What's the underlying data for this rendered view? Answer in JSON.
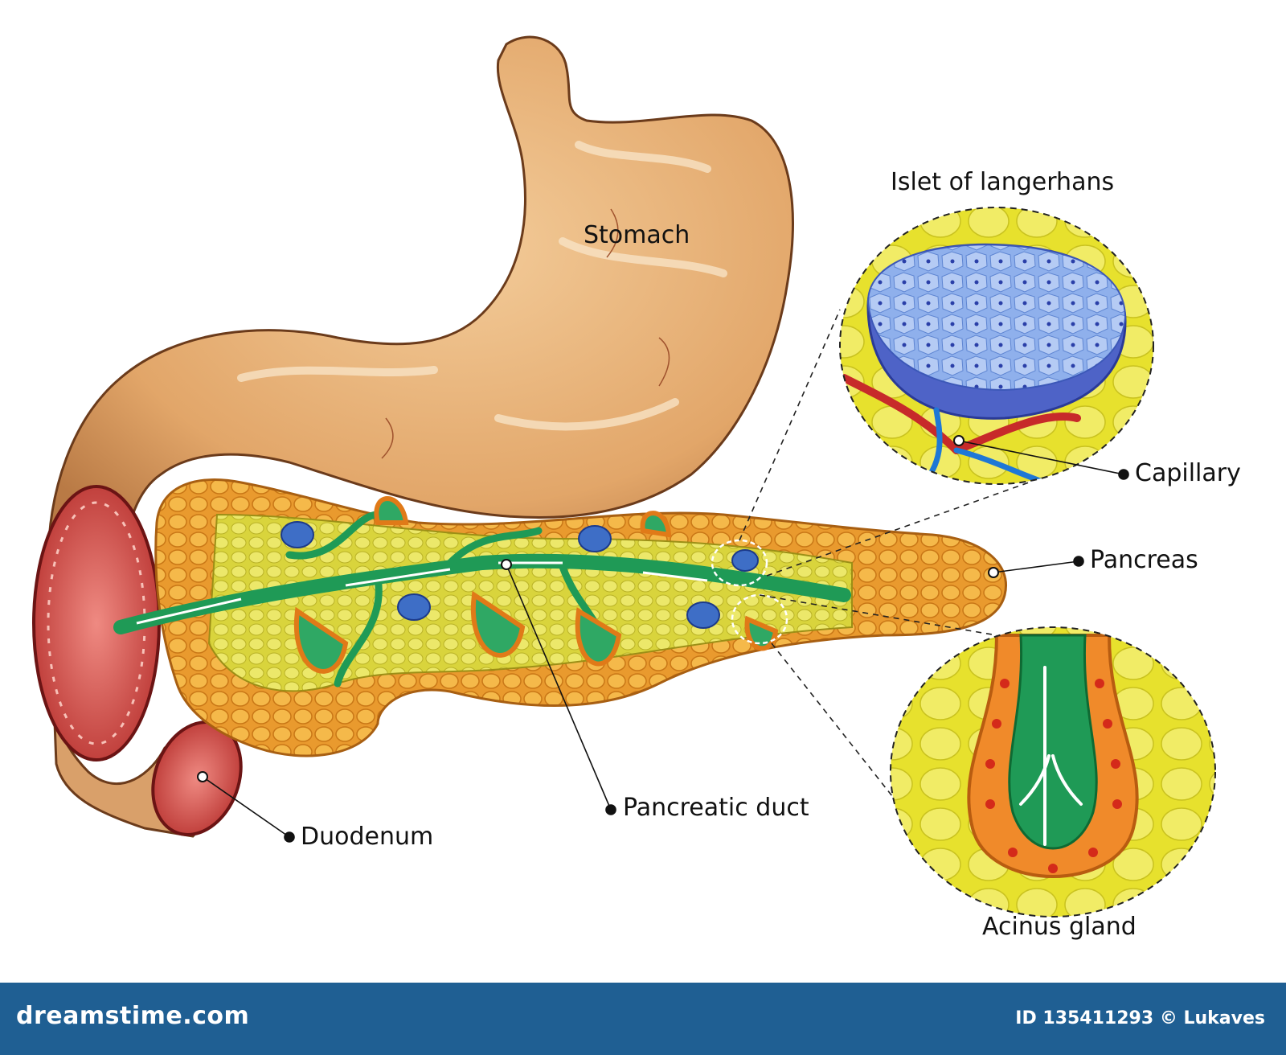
{
  "labels": {
    "stomach": "Stomach",
    "islet": "Islet of langerhans",
    "capillary": "Capillary",
    "pancreas": "Pancreas",
    "duodenum": "Duodenum",
    "pancreatic_duct": "Pancreatic duct",
    "acinus": "Acinus gland"
  },
  "footer": {
    "brand": "dreamstime.com",
    "credit": "ID 135411293 © Lukaves"
  },
  "colors": {
    "stomach": "#e8b07a",
    "duodenum_tissue": "#c8433f",
    "pancreas_lobules": "#f0a83a",
    "pancreas_core": "#e2dd4a",
    "duct": "#1f9a56",
    "islet": "#4a78cc",
    "acinus_cells": "#f08a2a",
    "footer_bar": "#1f5f93"
  }
}
